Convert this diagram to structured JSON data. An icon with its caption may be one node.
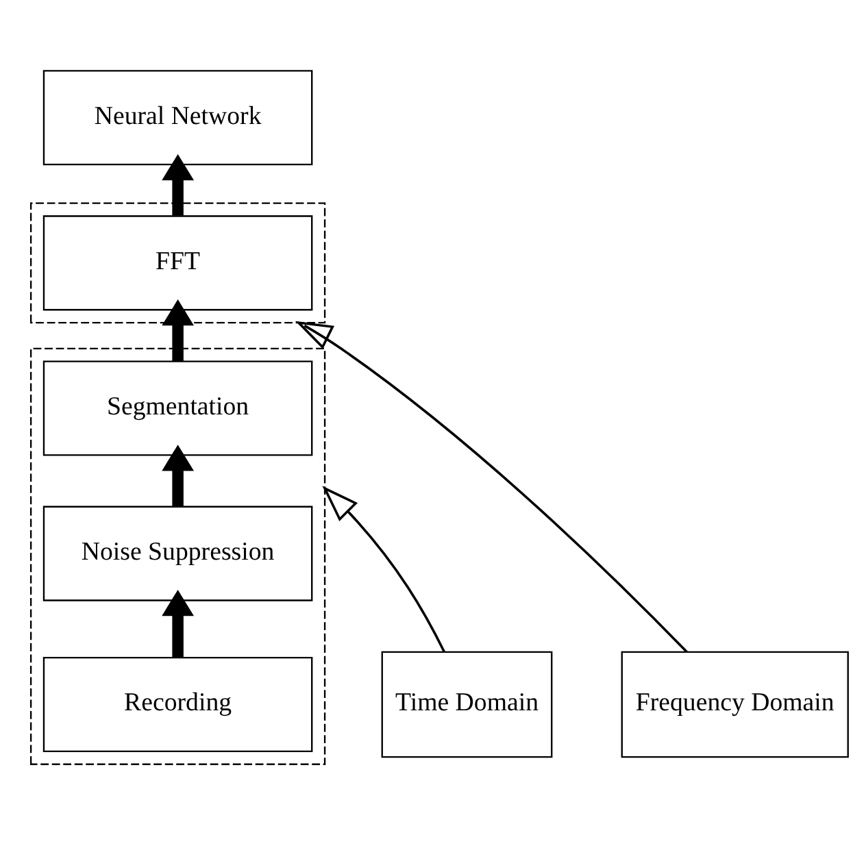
{
  "diagram": {
    "nodes": [
      {
        "text": [
          "Neural Network"
        ]
      },
      {
        "text": [],
        "shape": "box"
      },
      {
        "text": [
          "FFT"
        ],
        "in": 1
      },
      {
        "text": [],
        "shape": "box"
      },
      {
        "text": [
          "Segmentation"
        ],
        "in": 3
      },
      {
        "text": [
          "Noise Suppression"
        ],
        "in": 3
      },
      {
        "text": [
          "Recording"
        ],
        "in": 3
      },
      {
        "text": [
          "Frequency Domain"
        ]
      },
      {
        "text": [
          "Time Domain"
        ]
      }
    ],
    "edges": [
      {
        "from": 6,
        "to": 5,
        "arrow": "to"
      },
      {
        "from": 5,
        "to": 4,
        "arrow": "to"
      },
      {
        "from": 4,
        "to": 2,
        "arrow": "to"
      },
      {
        "from": 2,
        "to": 0,
        "arrow": "to"
      },
      {
        "from": 7,
        "to": 1,
        "arrow": "to"
      },
      {
        "from": 8,
        "to": 3,
        "arrow": "to"
      }
    ]
  }
}
